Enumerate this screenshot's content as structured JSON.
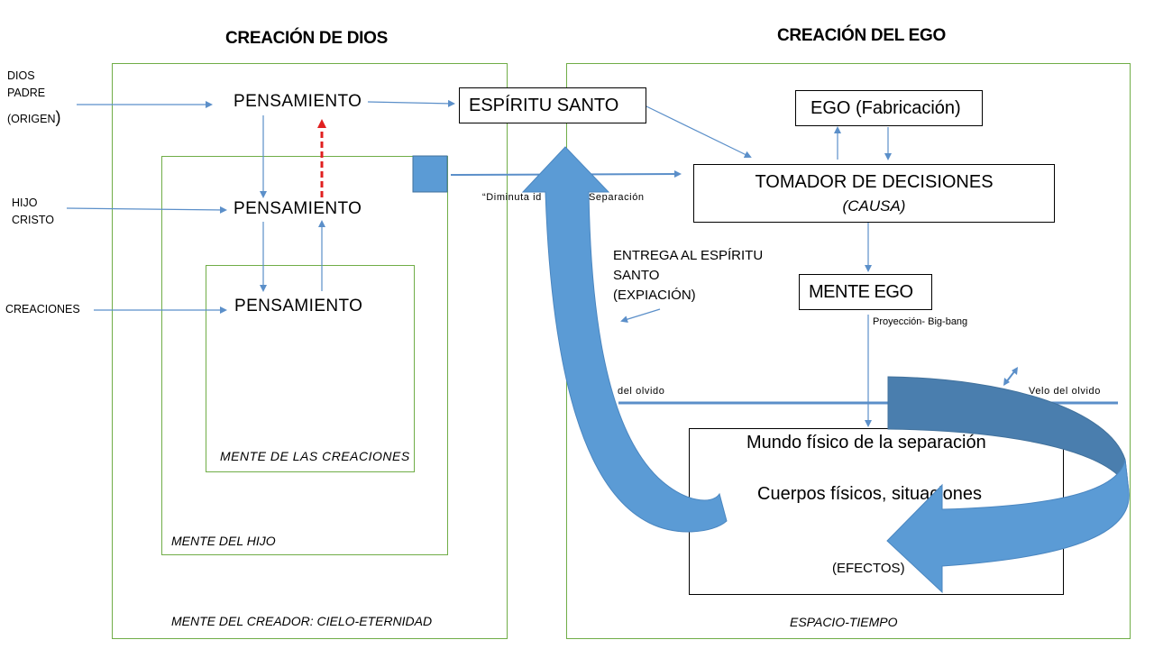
{
  "titles": {
    "left": "CREACIÓN DE DIOS",
    "right": "CREACIÓN DEL EGO"
  },
  "left_side_labels": {
    "dios": "DIOS",
    "padre": "PADRE",
    "origen": "(ORIGEN",
    "origen_paren": ")",
    "hijo": "HIJO",
    "cristo": "CRISTO",
    "creaciones": "CREACIONES"
  },
  "thoughts": [
    "PENSAMIENTO",
    "PENSAMIENTO",
    "PENSAMIENTO"
  ],
  "region_labels": {
    "mente_creaciones": "MENTE DE LAS CREACIONES",
    "mente_hijo": "MENTE DEL HIJO",
    "mente_creador": "MENTE DEL CREADOR: CIELO-ETERNIDAD",
    "espacio_tiempo": "ESPACIO-TIEMPO"
  },
  "boxes": {
    "espiritu_santo": "ESPÍRITU SANTO",
    "ego": "EGO (Fabricación)",
    "tomador": "TOMADOR DE DECISIONES",
    "causa": "(CAUSA)",
    "mente_ego": "MENTE EGO",
    "mundo": "Mundo físico de la separación",
    "cuerpos": "Cuerpos físicos, situaciones",
    "efectos": "(EFECTOS)"
  },
  "annotations": {
    "diminuta_idea": "“Diminuta id",
    "separacion": "Separación",
    "entrega_line1": "ENTREGA AL ESPÍRITU",
    "entrega_line2": "SANTO",
    "entrega_line3": "(EXPIACIÓN)",
    "proyeccion": "Proyección- Big-bang",
    "velo_left": "del olvido",
    "velo_right": "Velo del olvido"
  },
  "colors": {
    "frame_green": "#70ad47",
    "arrow_blue": "#5b9bd5",
    "arrow_blue_dark": "#4a7eae",
    "line_blue": "#5b8fc9",
    "dashed_red": "#e02020"
  }
}
